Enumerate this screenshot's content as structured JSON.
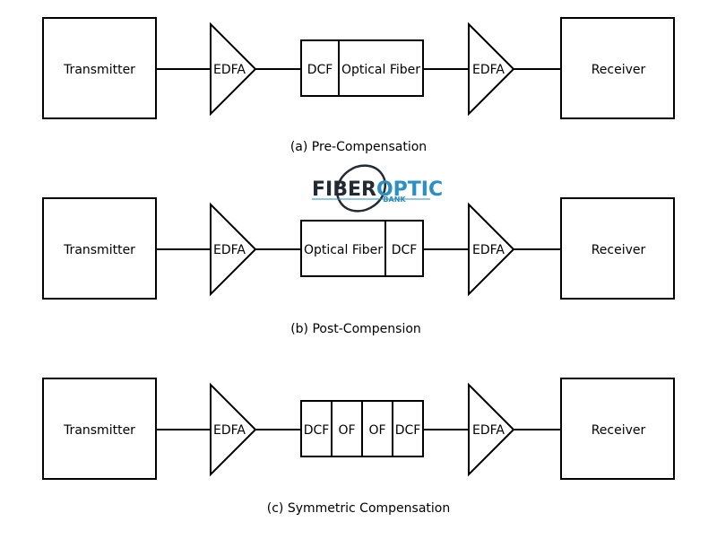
{
  "colors": {
    "stroke": "#000000",
    "background": "#ffffff",
    "logo_dark": "#222a33",
    "logo_blue": "#2a8fc4"
  },
  "logo": {
    "part1": "FIBER",
    "part2": "OPTIC",
    "sub": "BANK"
  },
  "diagrams": [
    {
      "transmitter": "Transmitter",
      "amp_in": "EDFA",
      "segments": [
        "DCF",
        "Optical Fiber"
      ],
      "amp_out": "EDFA",
      "receiver": "Receiver",
      "caption": "(a) Pre-Compensation"
    },
    {
      "transmitter": "Transmitter",
      "amp_in": "EDFA",
      "segments": [
        "Optical Fiber",
        "DCF"
      ],
      "amp_out": "EDFA",
      "receiver": "Receiver",
      "caption": "(b) Post-Compension"
    },
    {
      "transmitter": "Transmitter",
      "amp_in": "EDFA",
      "segments": [
        "DCF",
        "OF",
        "OF",
        "DCF"
      ],
      "amp_out": "EDFA",
      "receiver": "Receiver",
      "caption": "(c) Symmetric Compensation"
    }
  ]
}
